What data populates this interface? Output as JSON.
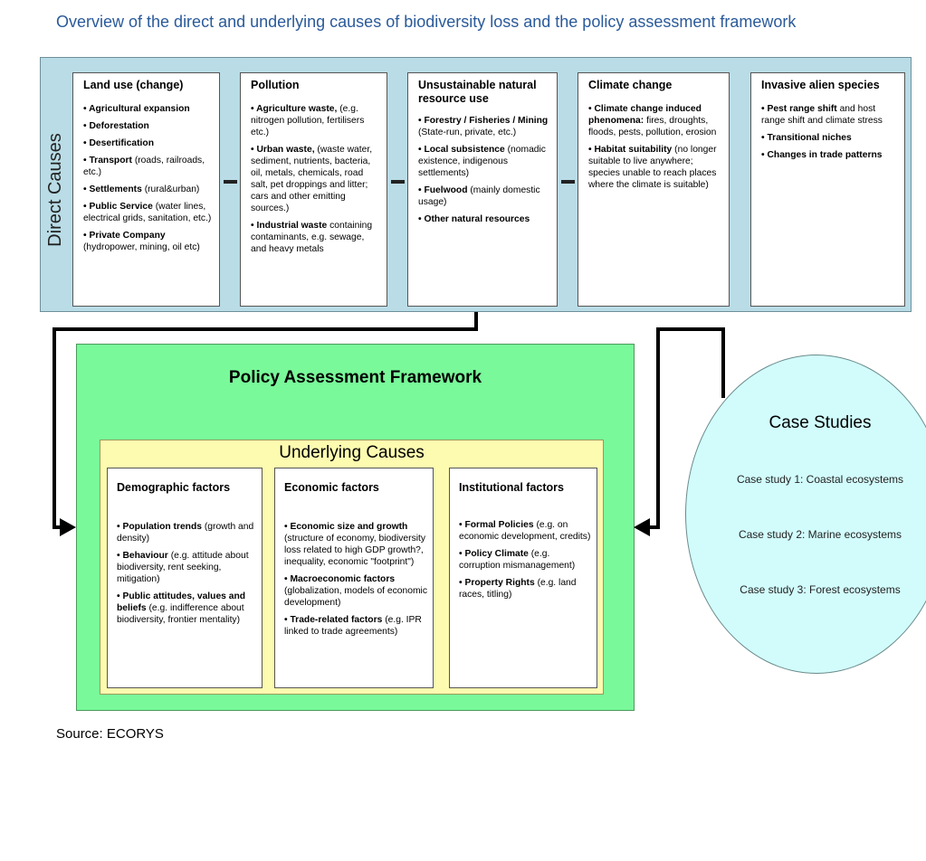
{
  "title": "Overview of the direct and underlying causes of biodiversity loss and the policy assessment framework",
  "direct_causes": {
    "label": "Direct Causes",
    "boxes": [
      {
        "heading": "Land use (change)",
        "items": [
          {
            "bold": "Agricultural expansion",
            "text": ""
          },
          {
            "bold": "Deforestation",
            "text": ""
          },
          {
            "bold": "Desertification",
            "text": ""
          },
          {
            "bold": "Transport",
            "text": "(roads, railroads, etc.)"
          },
          {
            "bold": "Settlements",
            "text": "(rural&urban)"
          },
          {
            "bold": "Public Service",
            "text": "(water lines, electrical grids, sanitation, etc.)"
          },
          {
            "bold": "Private Company",
            "text": "(hydropower, mining, oil etc)"
          }
        ]
      },
      {
        "heading": "Pollution",
        "items": [
          {
            "bold": "Agriculture waste,",
            "text": "(e.g. nitrogen pollution, fertilisers etc.)"
          },
          {
            "bold": "Urban waste,",
            "text": "(waste water, sediment, nutrients, bacteria, oil, metals, chemicals, road salt, pet droppings and litter; cars and other emitting sources.)"
          },
          {
            "bold": "Industrial waste",
            "text": "containing contaminants, e.g. sewage, and heavy metals"
          }
        ]
      },
      {
        "heading": "Unsustainable natural resource use",
        "items": [
          {
            "bold": "Forestry / Fisheries / Mining",
            "text": "(State-run, private, etc.)"
          },
          {
            "bold": "Local subsistence",
            "text": "(nomadic existence, indigenous settlements)"
          },
          {
            "bold": "Fuelwood",
            "text": "(mainly domestic usage)"
          },
          {
            "bold": "Other natural resources",
            "text": ""
          }
        ]
      },
      {
        "heading": "Climate change",
        "items": [
          {
            "bold": "Climate change induced phenomena:",
            "text": "fires, droughts, floods, pests, pollution, erosion"
          },
          {
            "bold": "Habitat suitability",
            "text": "(no longer suitable to live anywhere; species unable to reach places where the climate is suitable)"
          }
        ]
      },
      {
        "heading": "Invasive alien species",
        "items": [
          {
            "bold": "Pest range shift",
            "text": "and host range shift and climate stress"
          },
          {
            "bold": "Transitional niches",
            "text": ""
          },
          {
            "bold": "Changes in trade patterns",
            "text": ""
          }
        ]
      }
    ]
  },
  "policy_framework": {
    "title": "Policy Assessment Framework",
    "underlying_title": "Underlying Causes",
    "boxes": [
      {
        "heading": "Demographic factors",
        "items": [
          {
            "bold": "Population trends",
            "text": "(growth and density)"
          },
          {
            "bold": "Behaviour",
            "text": "(e.g. attitude about biodiversity, rent seeking, mitigation)"
          },
          {
            "bold": "Public attitudes, values and beliefs",
            "text": "(e.g. indifference about biodiversity, frontier mentality)"
          }
        ]
      },
      {
        "heading": "Economic factors",
        "items": [
          {
            "bold": "Economic size and growth",
            "text": "(structure of economy, biodiversity loss related to high GDP growth?, inequality, economic \"footprint\")"
          },
          {
            "bold": "Macroeconomic factors",
            "text": "(globalization, models of economic development)"
          },
          {
            "bold": "Trade-related factors",
            "text": "(e.g. IPR linked to trade agreements)"
          }
        ]
      },
      {
        "heading": "Institutional factors",
        "items": [
          {
            "bold": "Formal Policies",
            "text": "(e.g. on economic development, credits)"
          },
          {
            "bold": "Policy Climate",
            "text": "(e.g. corruption mismanagement)"
          },
          {
            "bold": "Property Rights",
            "text": "(e.g. land races, titling)"
          }
        ]
      }
    ]
  },
  "case_studies": {
    "title": "Case Studies",
    "items": [
      "Case study 1: Coastal ecosystems",
      "Case study 2: Marine ecosystems",
      "Case study 3: Forest ecosystems"
    ]
  },
  "source": "Source: ECORYS",
  "colors": {
    "title": "#2a5a9a",
    "direct_panel": "#b9dce6",
    "policy_panel": "#79f99a",
    "underlying_panel": "#fdfbb0",
    "case_ellipse": "#d2fcfc"
  }
}
